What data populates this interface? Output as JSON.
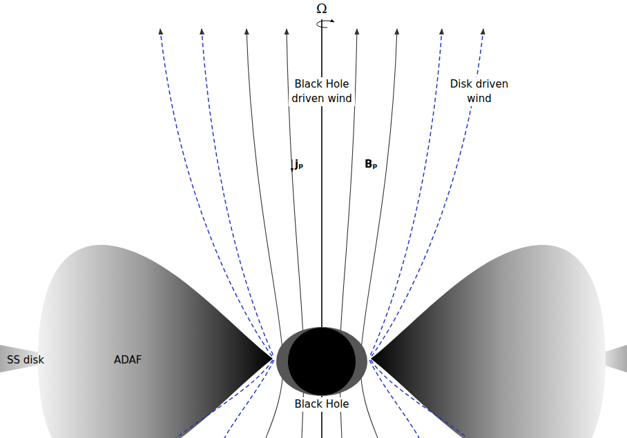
{
  "diagram": {
    "nodes": [
      {
        "text": [
          "SS disk"
        ]
      },
      {
        "text": [
          "ADAF"
        ]
      },
      {
        "text": [
          "Black Hole"
        ]
      }
    ],
    "labels": [
      "Ω",
      "Black Hole driven wind",
      "Disk driven wind",
      "jₚ",
      "Bₚ"
    ]
  }
}
